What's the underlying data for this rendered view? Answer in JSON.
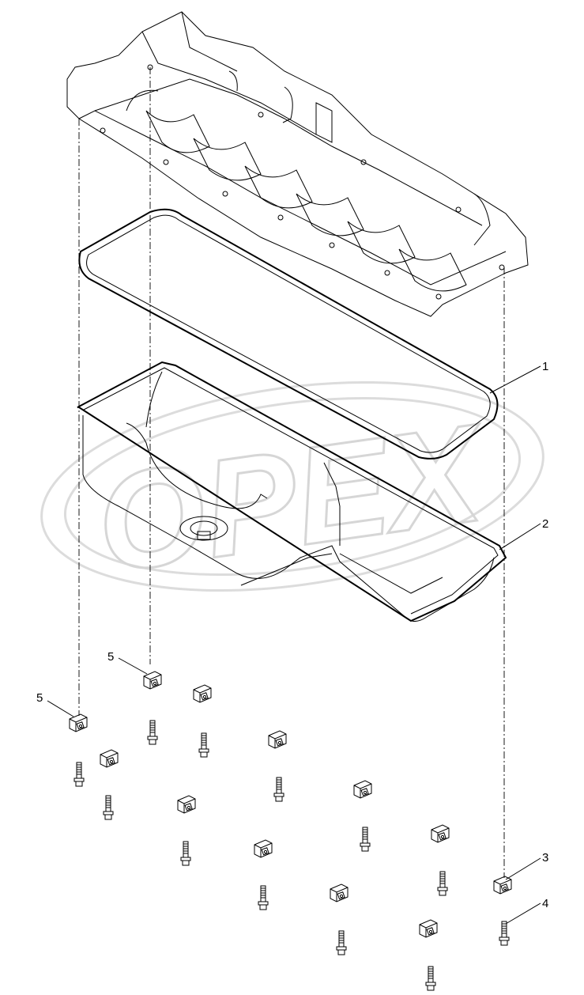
{
  "watermark": {
    "text": "OPEX",
    "color": "#d6d6d6"
  },
  "callouts": [
    {
      "id": "1",
      "label": "1",
      "part": "gasket"
    },
    {
      "id": "2",
      "label": "2",
      "part": "oil-pan"
    },
    {
      "id": "3",
      "label": "3",
      "part": "clamp-bracket"
    },
    {
      "id": "4",
      "label": "4",
      "part": "flange-bolt"
    },
    {
      "id": "5a",
      "label": "5",
      "part": "clamp-bracket"
    },
    {
      "id": "5b",
      "label": "5",
      "part": "clamp-bracket"
    }
  ],
  "colors": {
    "line": "#000000",
    "background": "#ffffff"
  }
}
